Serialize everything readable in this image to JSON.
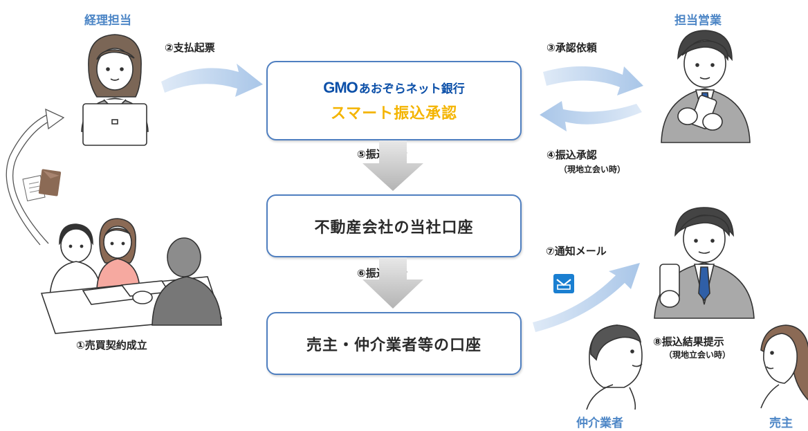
{
  "roles": {
    "accounting": "経理担当",
    "sales": "担当営業",
    "broker": "仲介業者",
    "seller": "売主"
  },
  "steps": {
    "s1": "①売買契約成立",
    "s2": "②支払起票",
    "s3": "③承認依頼",
    "s4": "④振込承認",
    "s4_note": "（現地立会い時）",
    "s5": "⑤振込指示",
    "s6": "⑥振込実行",
    "s7": "⑦通知メール",
    "s8": "⑧振込結果提示",
    "s8_note": "（現地立会い時）"
  },
  "service": {
    "logo_mark": "GMO",
    "logo_text": "あおぞらネット銀行",
    "name": "スマート振込承認"
  },
  "boxes": {
    "company_account": "不動産会社の当社口座",
    "seller_account": "売主・仲介業者等の口座"
  },
  "colors": {
    "role_text": "#4d86c6",
    "box_border": "#4f7fc0",
    "arrow_fill": "#a9c6e8",
    "down_arrow": "#bdbdbd",
    "logo_blue": "#0b4fa8",
    "service_yellow": "#f4b400",
    "mail_icon": "#1a7fd1"
  }
}
